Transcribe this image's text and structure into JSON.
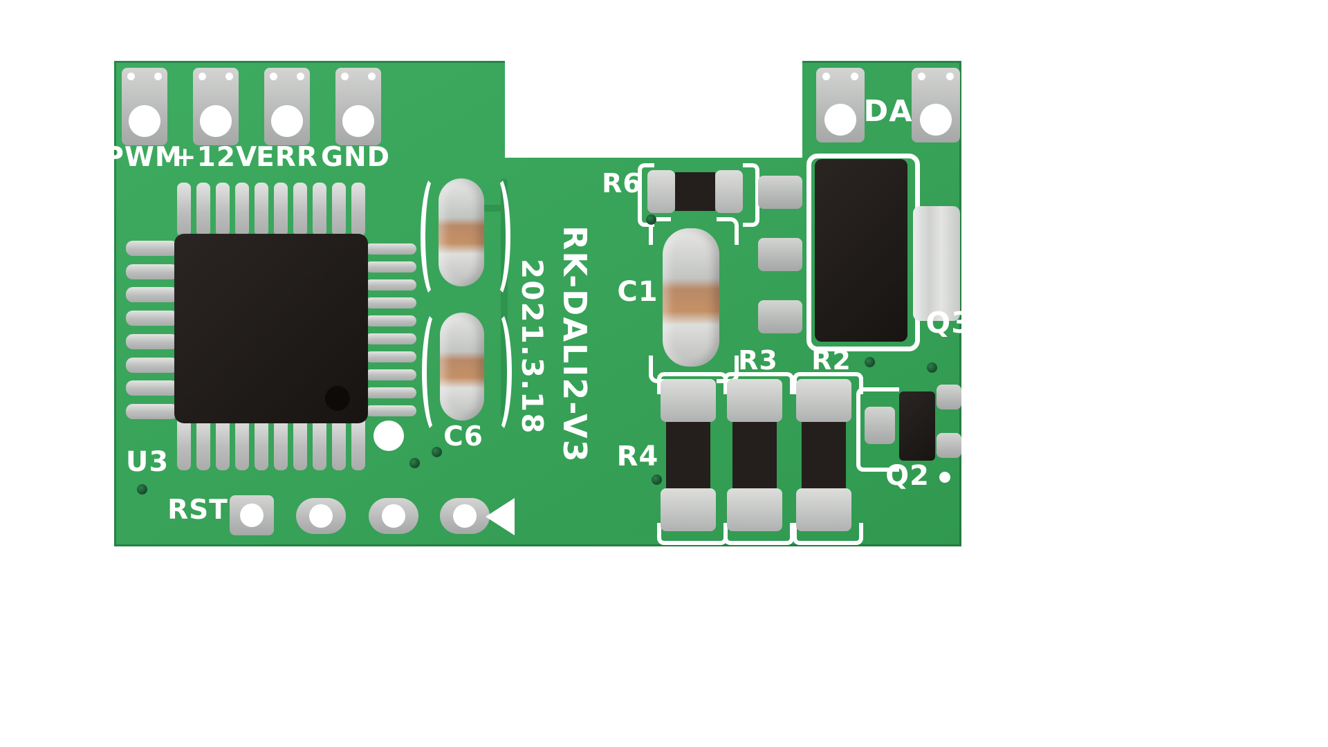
{
  "silkscreen": {
    "model": "RK-DALI2-V3",
    "date": "2021.3.18",
    "connector_labels": [
      "PWM",
      "+12V",
      "ERR",
      "GND"
    ],
    "da_label": "DA",
    "component_labels": {
      "u3": "U3",
      "rst": "RST",
      "c6": "C6",
      "c1": "C1",
      "r6": "R6",
      "r4": "R4",
      "r3": "R3",
      "r2": "R2",
      "q3": "Q3",
      "q2": "Q2"
    }
  },
  "colors": {
    "background": "#ffffff",
    "pcb_green": "#37a258",
    "silkscreen_white": "#ffffff",
    "pad_silver": "#bcbebd",
    "ic_black": "#1f1b19",
    "capacitor_band_tan": "#bd8a66",
    "via_green": "#1d5c35"
  }
}
